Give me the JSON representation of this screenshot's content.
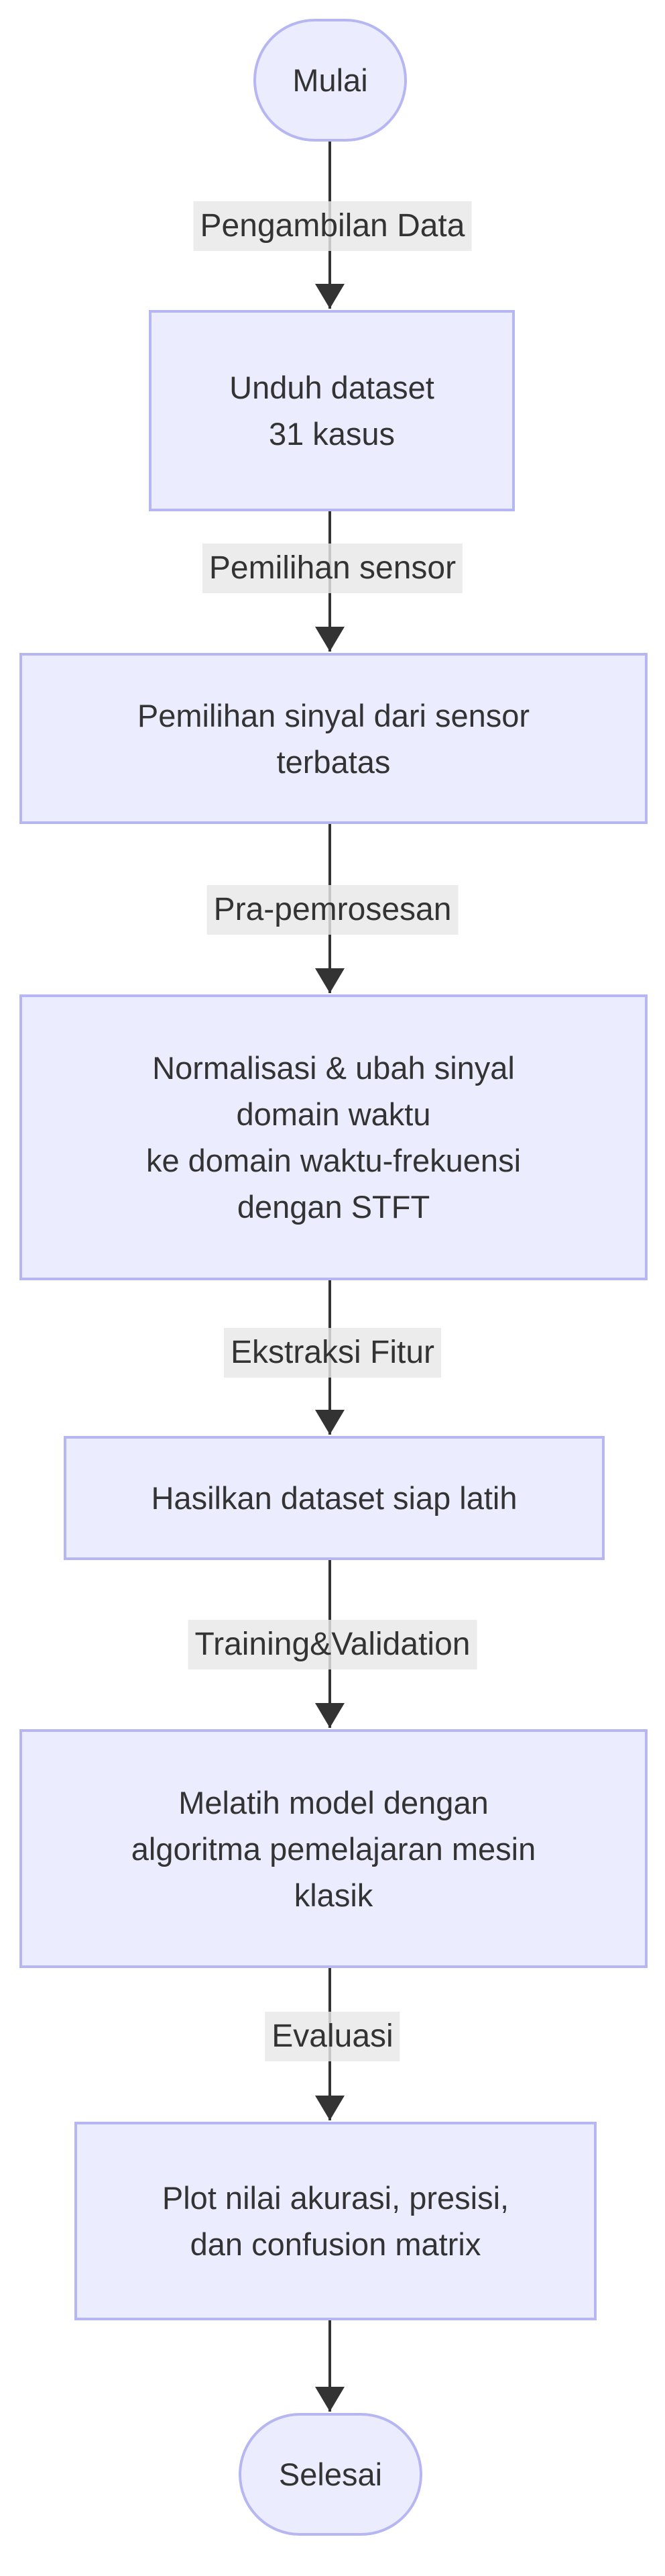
{
  "flowchart": {
    "background_color": "#ffffff",
    "node_fill_color": "#ECECFF",
    "node_border_color": "#b6b6f2",
    "edge_color": "#333333",
    "edge_label_bg_color": "#e8e8e8",
    "text_color": "#333333",
    "nodes": {
      "start": {
        "shape": "stadium",
        "lines": [
          "Mulai"
        ]
      },
      "download": {
        "shape": "process",
        "lines": [
          "Unduh dataset",
          "31 kasus"
        ]
      },
      "select_sensor": {
        "shape": "process",
        "lines": [
          "Pemilihan sinyal dari sensor",
          "terbatas"
        ]
      },
      "preprocess": {
        "shape": "process",
        "lines": [
          "Normalisasi & ubah sinyal",
          "domain waktu",
          "ke domain waktu-frekuensi",
          "dengan STFT"
        ]
      },
      "dataset_ready": {
        "shape": "process",
        "lines": [
          "Hasilkan dataset siap latih"
        ]
      },
      "train": {
        "shape": "process",
        "lines": [
          "Melatih model dengan",
          "algoritma pemelajaran mesin",
          "klasik"
        ]
      },
      "plot": {
        "shape": "process",
        "lines": [
          "Plot nilai akurasi, presisi,",
          "dan confusion matrix"
        ]
      },
      "end": {
        "shape": "stadium",
        "lines": [
          "Selesai"
        ]
      }
    },
    "edge_labels": {
      "e1": "Pengambilan Data",
      "e2": "Pemilihan sensor",
      "e3": "Pra-pemrosesan",
      "e4": "Ekstraksi Fitur",
      "e5": "Training&Validation",
      "e6": "Evaluasi"
    }
  }
}
